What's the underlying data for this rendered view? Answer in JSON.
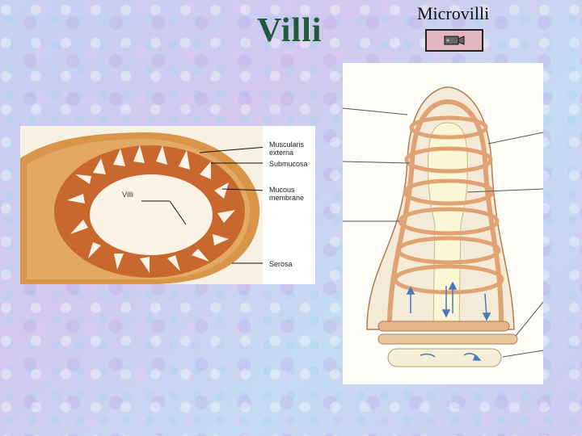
{
  "slide": {
    "title": "Villi",
    "subtitle": "Microvilli"
  },
  "left_figure": {
    "labels": {
      "muscularis": "Muscularis externa",
      "submucosa": "Submucosa",
      "villi": "Villi",
      "mucous_membrane": "Mucous membrane",
      "serosa": "Serosa"
    }
  },
  "colors": {
    "title_green": "#1f5a3a",
    "button_pink": "#e2b4bd",
    "tissue_orange": "#d9954a"
  },
  "icons": {
    "movie": "film-camera-icon"
  }
}
